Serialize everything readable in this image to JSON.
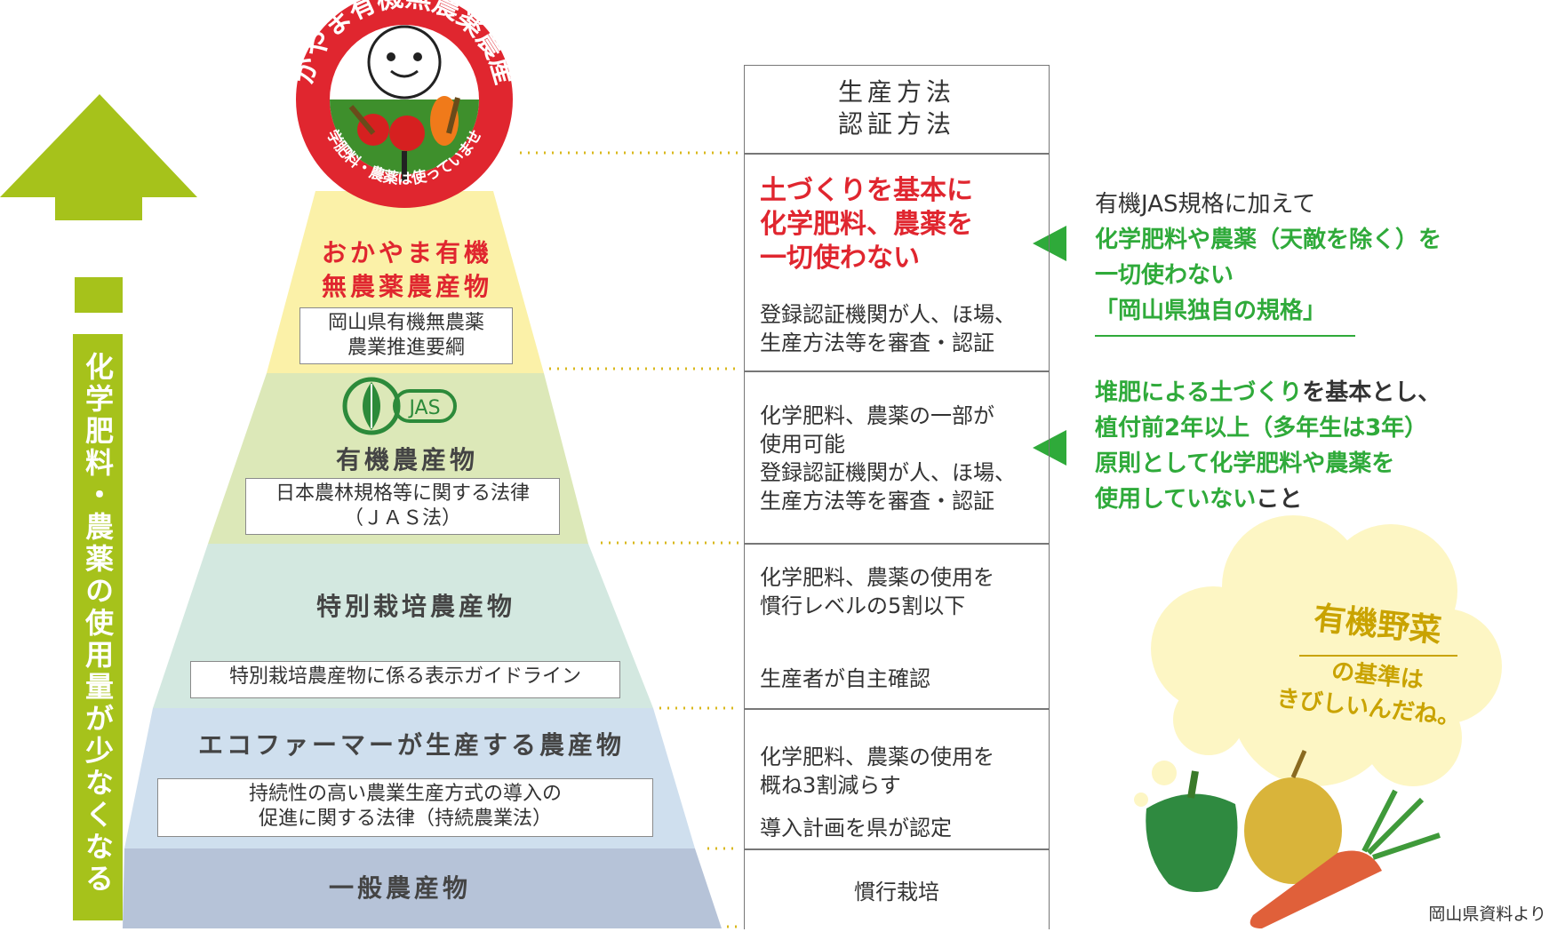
{
  "arrow": {
    "label": "化学肥料・農薬の使用量が少なくなる"
  },
  "seal": {
    "ring_text_top": "おかやま有機無農薬農産物",
    "ring_text_bottom": "化学肥料・農薬は使っていません"
  },
  "tiers": [
    {
      "title_lines": [
        "おかやま有機",
        "無農薬農産物"
      ],
      "law_lines": [
        "岡山県有機無農薬",
        "農業推進要綱"
      ],
      "color": "#fbf1a8"
    },
    {
      "title_lines": [
        "有機農産物"
      ],
      "logo_text": "JAS",
      "law_lines": [
        "日本農林規格等に関する法律",
        "（ＪＡＳ法）"
      ],
      "color": "#dce8b8"
    },
    {
      "title_lines": [
        "特別栽培農産物"
      ],
      "law_lines": [
        "特別栽培農産物に係る表示ガイドライン"
      ],
      "color": "#d3e8e0"
    },
    {
      "title_lines": [
        "エコファーマーが生産する農産物"
      ],
      "law_lines": [
        "持続性の高い農業生産方式の導入の",
        "促進に関する法律（持続農業法）"
      ],
      "color": "#cfdfee"
    },
    {
      "title_lines": [
        "一般農産物"
      ],
      "law_lines": [],
      "color": "#b6c3d8"
    }
  ],
  "table": {
    "header_lines": [
      "生産方法",
      "認証方法"
    ],
    "rows": [
      {
        "highlight_lines": [
          "土づくりを基本に",
          "化学肥料、農薬を",
          "一切使わない"
        ],
        "method_lines": [
          "登録認証機関が人、ほ場、",
          "生産方法等を審査・認証"
        ]
      },
      {
        "method_lines": [
          "化学肥料、農薬の一部が",
          "使用可能",
          "登録認証機関が人、ほ場、",
          "生産方法等を審査・認証"
        ]
      },
      {
        "method_lines": [
          "化学肥料、農薬の使用を",
          "慣行レベルの5割以下"
        ],
        "check_line": "生産者が自主確認"
      },
      {
        "method_lines": [
          "化学肥料、農薬の使用を",
          "概ね3割減らす"
        ],
        "check_line": "導入計画を県が認定"
      },
      {
        "method_lines": [
          "慣行栽培"
        ]
      }
    ]
  },
  "notes": {
    "okayama": {
      "line1": "有機JAS規格に加えて",
      "line2_green": "化学肥料や農薬（天敵を除く）を",
      "line3_green": "一切使わない",
      "line4_green": "「岡山県独自の規格」"
    },
    "jas": {
      "line1_green": "堆肥による土づくり",
      "line1_rest": "を基本とし、",
      "line2_green": "植付前2年以上（多年生は3年）",
      "line3_green": "原則として化学肥料や農薬を",
      "line4_green": "使用していない",
      "line4_rest": "こと"
    }
  },
  "cloud": {
    "title": "有機野菜",
    "line1": "の基準は",
    "line2": "きびしいんだね。"
  },
  "source": "岡山県資料より",
  "colors": {
    "arrow": "#a6c21b",
    "red": "#e0262f",
    "green": "#2faa3a",
    "cloud": "#fdf6c4",
    "dots": "#d9b81c"
  }
}
